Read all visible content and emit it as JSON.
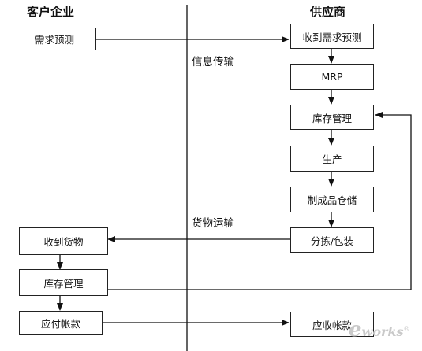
{
  "headers": {
    "left": "客户企业",
    "right": "供应商"
  },
  "customer_boxes": {
    "demand_forecast": "需求预测",
    "receive_goods": "收到货物",
    "inventory_mgmt": "库存管理",
    "accounts_payable": "应付帐款"
  },
  "supplier_boxes": {
    "receive_forecast": "收到需求预测",
    "mrp": "MRP",
    "inventory_mgmt": "库存管理",
    "production": "生产",
    "finished_storage": "制成品仓储",
    "sorting_packing": "分拣/包装",
    "accounts_receivable": "应收帐款"
  },
  "flow_labels": {
    "info_transfer": "信息传输",
    "goods_transport": "货物运输"
  },
  "watermark": {
    "prefix": "e",
    "suffix": "works",
    "mark": "®"
  }
}
